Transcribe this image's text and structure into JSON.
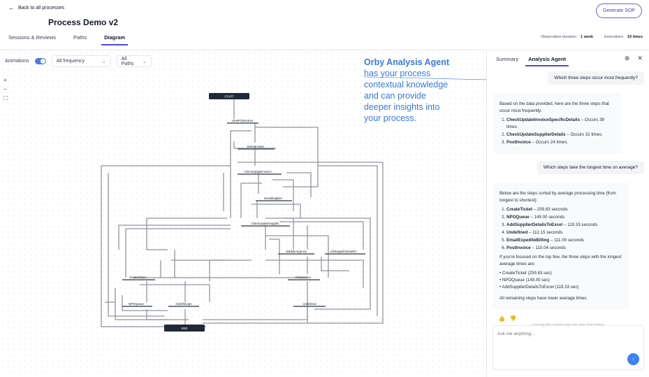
{
  "header": {
    "back_label": "Back to all processes",
    "title": "Process Demo v2",
    "generate_sop": "Generate SOP",
    "tabs": [
      "Sessions & Reviews",
      "Paths",
      "Diagram"
    ],
    "active_tab": "Diagram",
    "observation_label": "Observation duration",
    "observation_value": "1 week",
    "executions_label": "Executions",
    "executions_value": "19 times"
  },
  "filters": {
    "animations_label": "Animations",
    "animations_on": true,
    "frequency": "All frequency",
    "paths": "All Paths"
  },
  "zoom_controls": [
    "+",
    "−",
    "⛶"
  ],
  "annotation": {
    "title": "Orby Analysis Agent",
    "lines": [
      "has your process",
      "contextual knowledge",
      "and can provide",
      "deeper insights into",
      "your process."
    ]
  },
  "diagram": {
    "nodes": {
      "start": "START",
      "viewpo": "ViewPOInvoices",
      "select": "SelectInvoice",
      "checkinv": "CheckUpdateInvoice...",
      "email": "EmailSupplier",
      "checksup": "CheckUpdateSupplie...",
      "validate": "ValidateApprove",
      "addsupplier": "AddSupplierDetailsT...",
      "createticket": "CreateTicket",
      "postinvoice": "PostInvoice",
      "npoqueue": "NPOQueue",
      "outofscope": "OutOfScope",
      "undefined": "Undefined",
      "end": "END"
    }
  },
  "panel": {
    "tabs": [
      "Summary",
      "Analysis Agent"
    ],
    "active_tab": "Analysis Agent",
    "q1": "Which three steps occur most frequently?",
    "a1_intro": "Based on the data provided, here are the three steps that occur most frequently:",
    "a1_items": [
      {
        "name": "CheckUpdateInvoiceSpecificDetails",
        "detail": " – Occurs 39 times."
      },
      {
        "name": "CheckUpdateSupplierDetails",
        "detail": " – Occurs 32 times."
      },
      {
        "name": "PostInvoice",
        "detail": " – Occurs 24 times."
      }
    ],
    "q2": "Which steps take the longest time on average?",
    "a2_intro": "Below are the steps sorted by average processing time (from longest to shortest):",
    "a2_items": [
      {
        "name": "CreateTicket",
        "detail": " – 259.83 seconds"
      },
      {
        "name": "NPOQueue",
        "detail": " – 149.00 seconds"
      },
      {
        "name": "AddSupplierDetailsToExcel",
        "detail": " – 119.33 seconds"
      },
      {
        "name": "Undefined",
        "detail": " – 112.15 seconds"
      },
      {
        "name": "EmailExpediteBilling",
        "detail": " – 111.00 seconds"
      },
      {
        "name": "PostInvoice",
        "detail": " – 110.04 seconds"
      }
    ],
    "a2_focus": "If you're focused on the top few, the three steps with the longest average times are:",
    "a2_bullets": [
      "• CreateTicket (259.83 sec)",
      "• NPOQueue (149.00 sec)",
      "• AddSupplierDetailsToExcel (119.33 sec)"
    ],
    "a2_outro": "All remaining steps have lower average times.",
    "hint": "Leaving the current page will clear chat history",
    "input_placeholder": "Ask me anything...",
    "colors": {
      "accent": "#4f46e5",
      "send": "#3b82f6",
      "annotation": "#3a7bd5"
    }
  }
}
